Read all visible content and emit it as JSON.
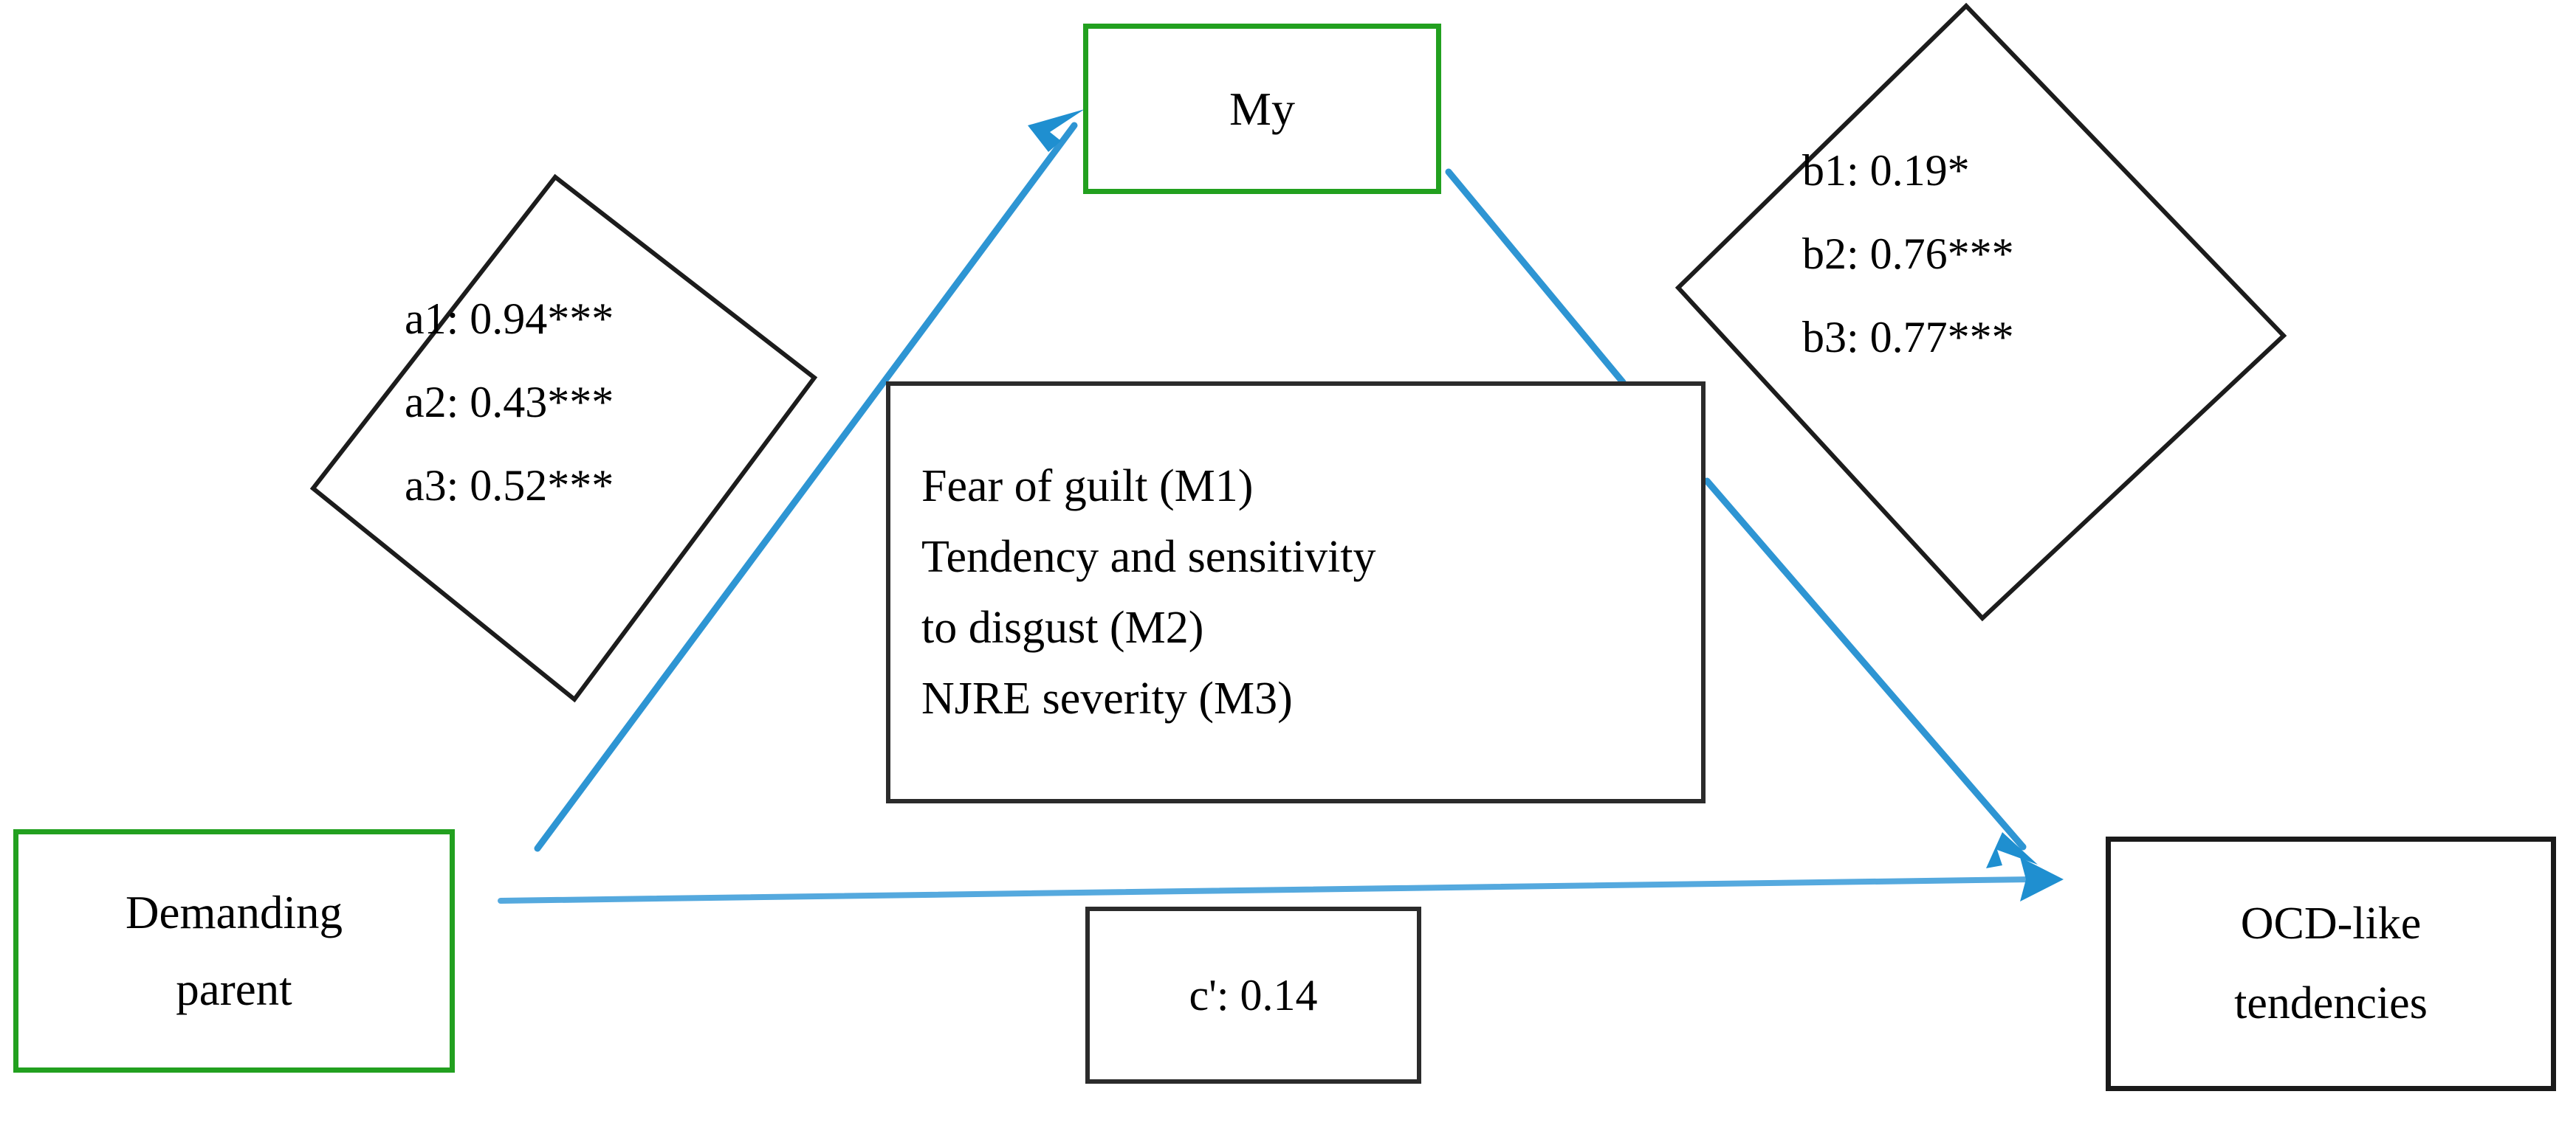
{
  "diagram": {
    "title": "Mediation model: Demanding parent -> mediators -> OCD-like tendencies",
    "accent_line_color": "#2e95d3",
    "exogenous_border_color": "#22a01f",
    "endogenous_border_color": "#1a1a1a"
  },
  "nodes": {
    "mediator_label": {
      "text": "My"
    },
    "predictor": {
      "line1": "Demanding",
      "line2": "parent"
    },
    "mediators": {
      "line1": "Fear of guilt (M1)",
      "line2": "Tendency and sensitivity",
      "line3": "to disgust (M2)",
      "line4": "NJRE severity (M3)"
    },
    "outcome": {
      "line1": "OCD-like",
      "line2": "tendencies"
    }
  },
  "paths": {
    "a_diamond": {
      "a1": "a1: 0.94***",
      "a2": "a2: 0.43***",
      "a3": "a3: 0.52***"
    },
    "b_diamond": {
      "b1": "b1: 0.19*",
      "b2": "b2: 0.76***",
      "b3": "b3: 0.77***"
    },
    "direct_effect": {
      "label": "c': 0.14"
    }
  },
  "chart_data": {
    "type": "diagram",
    "title": "Multiple mediation model of demanding parenting on OCD-like tendencies",
    "nodes": [
      {
        "id": "X",
        "label": "Demanding parent",
        "role": "predictor",
        "border": "#22a01f"
      },
      {
        "id": "M",
        "label": "My",
        "role": "mediator-group-header",
        "border": "#22a01f"
      },
      {
        "id": "M1",
        "label": "Fear of guilt (M1)",
        "role": "mediator"
      },
      {
        "id": "M2",
        "label": "Tendency and sensitivity to disgust (M2)",
        "role": "mediator"
      },
      {
        "id": "M3",
        "label": "NJRE severity (M3)",
        "role": "mediator"
      },
      {
        "id": "Y",
        "label": "OCD-like tendencies",
        "role": "outcome",
        "border": "#1a1a1a"
      }
    ],
    "edges": [
      {
        "from": "X",
        "to": "M1",
        "coefficient": 0.94,
        "label": "a1: 0.94***",
        "significance": "***"
      },
      {
        "from": "X",
        "to": "M2",
        "coefficient": 0.43,
        "label": "a2: 0.43***",
        "significance": "***"
      },
      {
        "from": "X",
        "to": "M3",
        "coefficient": 0.52,
        "label": "a3: 0.52***",
        "significance": "***"
      },
      {
        "from": "M1",
        "to": "Y",
        "coefficient": 0.19,
        "label": "b1: 0.19*",
        "significance": "*"
      },
      {
        "from": "M2",
        "to": "Y",
        "coefficient": 0.76,
        "label": "b2: 0.76***",
        "significance": "***"
      },
      {
        "from": "M3",
        "to": "Y",
        "coefficient": 0.77,
        "label": "b3: 0.77***",
        "significance": "***"
      },
      {
        "from": "X",
        "to": "Y",
        "coefficient": 0.14,
        "label": "c': 0.14",
        "significance": "ns"
      }
    ]
  }
}
